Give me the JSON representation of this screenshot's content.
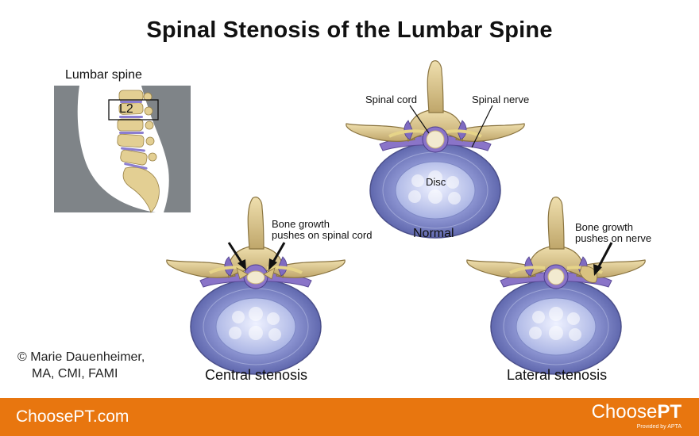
{
  "title": "Spinal Stenosis of the Lumbar Spine",
  "labels": {
    "lumbar_spine": "Lumbar spine",
    "l2": "L2",
    "spinal_cord": "Spinal cord",
    "spinal_nerve": "Spinal nerve",
    "disc": "Disc",
    "normal": "Normal",
    "bone_growth_cord_1": "Bone growth",
    "bone_growth_cord_2": "pushes on spinal cord",
    "bone_growth_nerve_1": "Bone growth",
    "bone_growth_nerve_2": "pushes on nerve",
    "central_stenosis": "Central stenosis",
    "lateral_stenosis": "Lateral stenosis"
  },
  "credit": {
    "line1": "© Marie Dauenheimer,",
    "line2": "MA, CMI, FAMI"
  },
  "footer": {
    "site": "ChoosePT.com",
    "brand_light": "Choose",
    "brand_bold": "PT",
    "tagline": "Provided by APTA"
  },
  "colors": {
    "footer_bg": "#e8760f",
    "bone": "#ddc78a",
    "disc_ring": "#7c84c4",
    "nucleus": "#c8d2f0",
    "ligament": "#7f6bc1",
    "body_silhouette": "#7f8488"
  }
}
